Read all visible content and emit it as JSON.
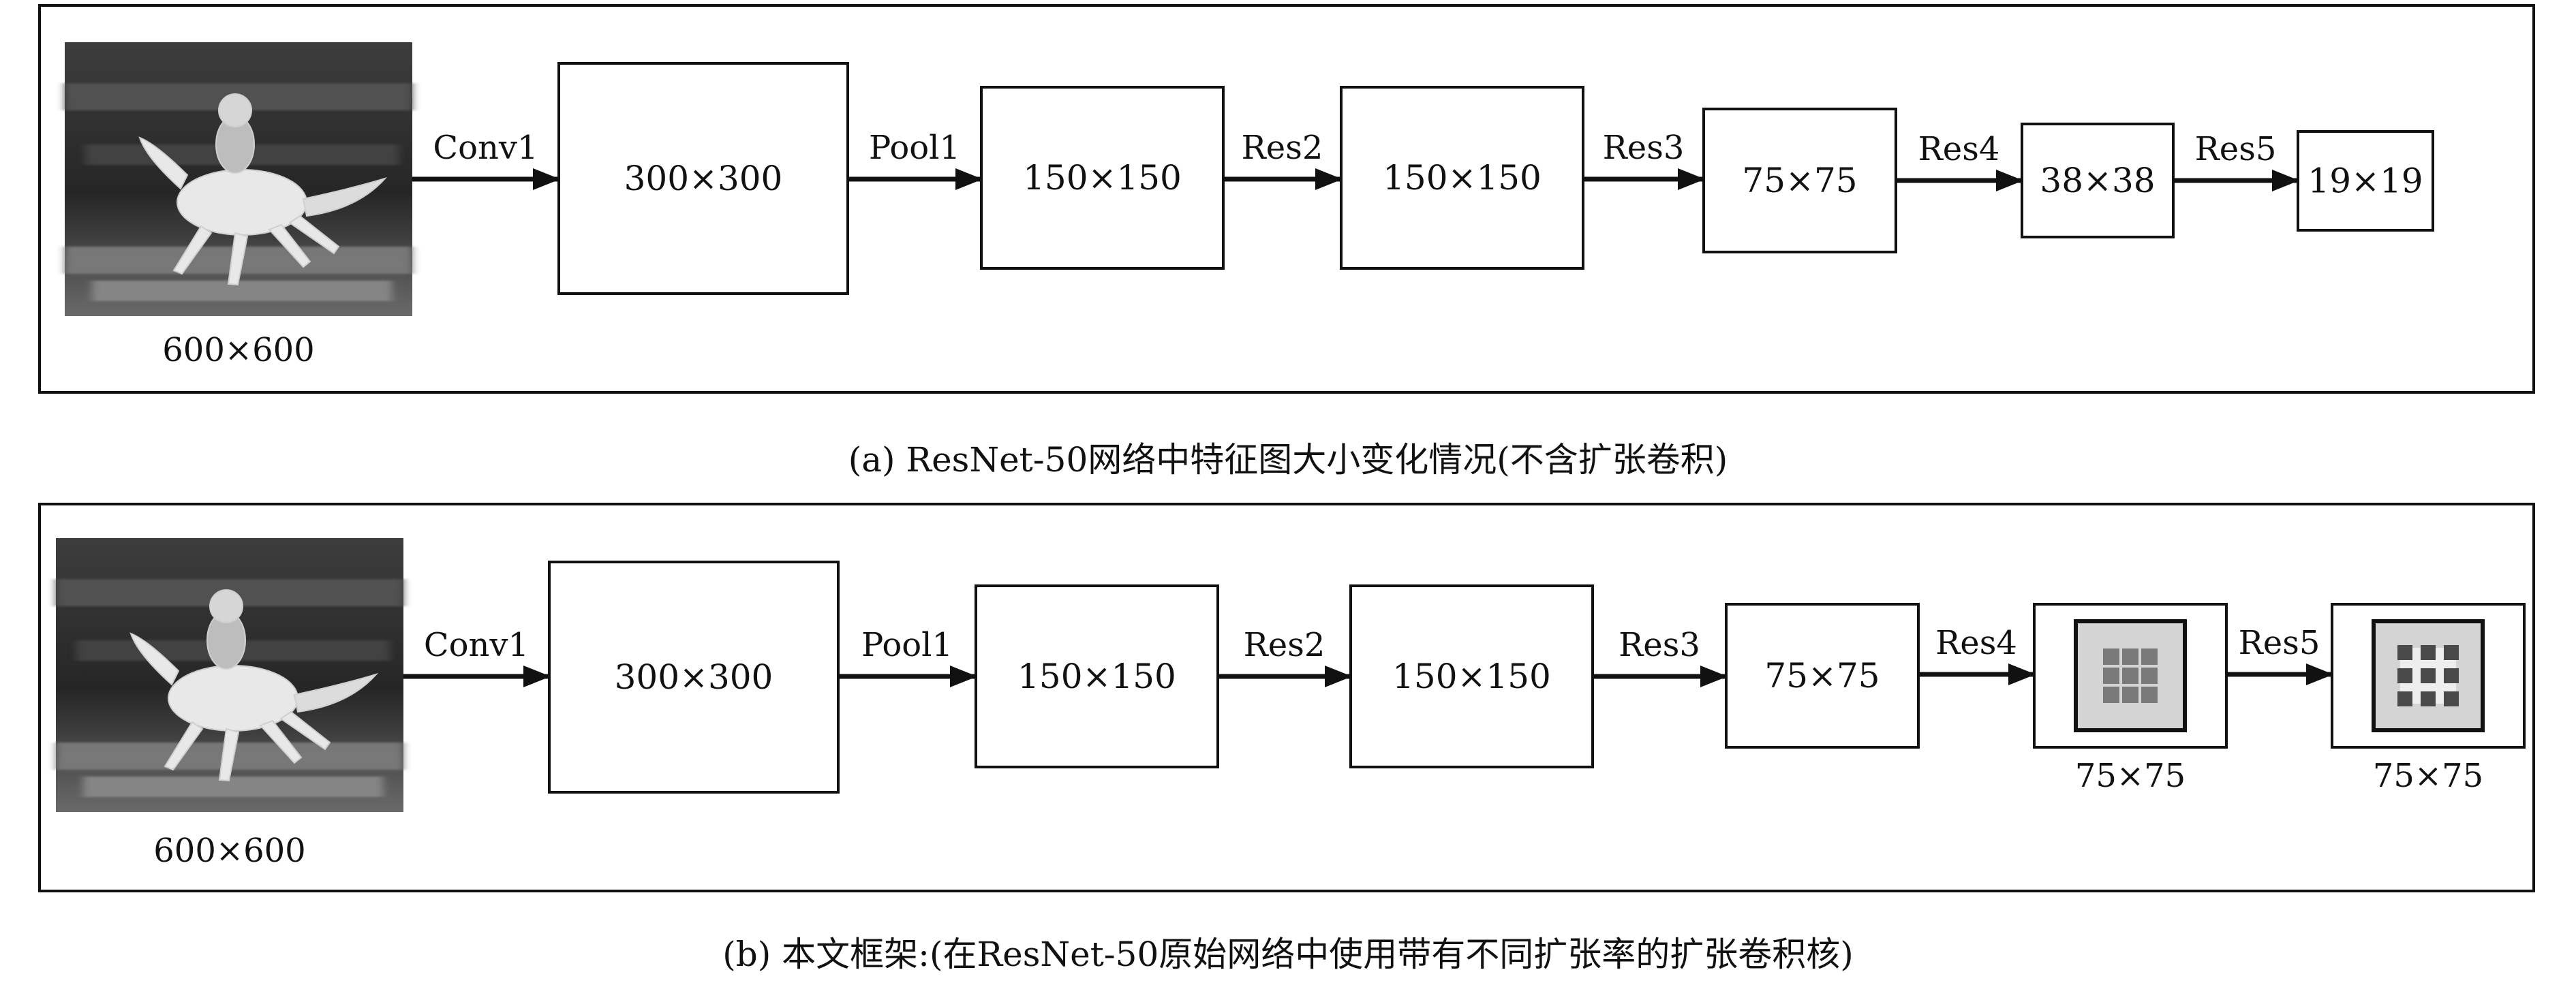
{
  "panel_a": {
    "input_label": "600×600",
    "boxes": [
      {
        "label": "300×300",
        "arrow": "Conv1"
      },
      {
        "label": "150×150",
        "arrow": "Pool1"
      },
      {
        "label": "150×150",
        "arrow": "Res2"
      },
      {
        "label": "75×75",
        "arrow": "Res3"
      },
      {
        "label": "38×38",
        "arrow": "Res4"
      },
      {
        "label": "19×19",
        "arrow": "Res5"
      }
    ],
    "caption": "(a) ResNet-50网络中特征图大小变化情况(不含扩张卷积)"
  },
  "panel_b": {
    "input_label": "600×600",
    "boxes": [
      {
        "label": "300×300",
        "arrow": "Conv1"
      },
      {
        "label": "150×150",
        "arrow": "Pool1"
      },
      {
        "label": "150×150",
        "arrow": "Res2"
      },
      {
        "label": "75×75",
        "arrow": "Res3"
      }
    ],
    "kernel_boxes": [
      {
        "label": "75×75",
        "arrow": "Res4",
        "icon": "dilated-kernel-3x3-icon"
      },
      {
        "label": "75×75",
        "arrow": "Res5",
        "icon": "dilated-kernel-sparse-icon"
      }
    ],
    "caption": "(b) 本文框架:(在ResNet-50原始网络中使用带有不同扩张率的扩张卷积核)"
  },
  "colors": {
    "stroke": "#111111",
    "photo_dark": "#2b2b2b",
    "kernel_fill": "#d4d4d4",
    "kernel_cell": "#7a7a7a"
  }
}
